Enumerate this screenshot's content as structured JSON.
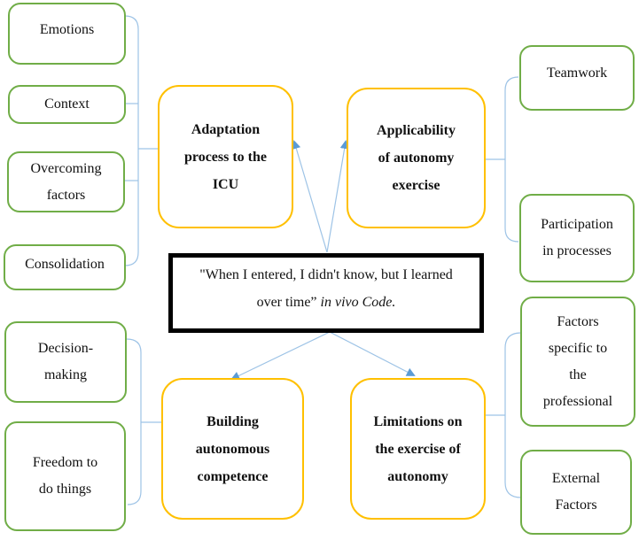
{
  "colors": {
    "leaf_border": "#70ad47",
    "category_border": "#ffc000",
    "connector": "#9dc3e6",
    "arrow": "#5b9bd5",
    "center_border": "#000000"
  },
  "center": {
    "quote": "\"When I entered, I didn't know, but I learned\nover time”",
    "code_label": "in vivo Code."
  },
  "categories": {
    "adaptation": {
      "label": "Adaptation\nprocess to the\nICU"
    },
    "applicability": {
      "label": "Applicability\nof autonomy\nexercise"
    },
    "building": {
      "label": "Building\nautonomous\ncompetence"
    },
    "limitations": {
      "label": "Limitations on\nthe exercise of\nautonomy"
    }
  },
  "subcategories": {
    "adaptation": [
      "Emotions",
      "Context",
      "Overcoming\nfactors",
      "Consolidation"
    ],
    "applicability": [
      "Teamwork",
      "Participation\nin processes"
    ],
    "building": [
      "Decision-\nmaking",
      "Freedom to\ndo things"
    ],
    "limitations": [
      "Factors\nspecific to\nthe\nprofessional",
      "External\nFactors"
    ]
  }
}
